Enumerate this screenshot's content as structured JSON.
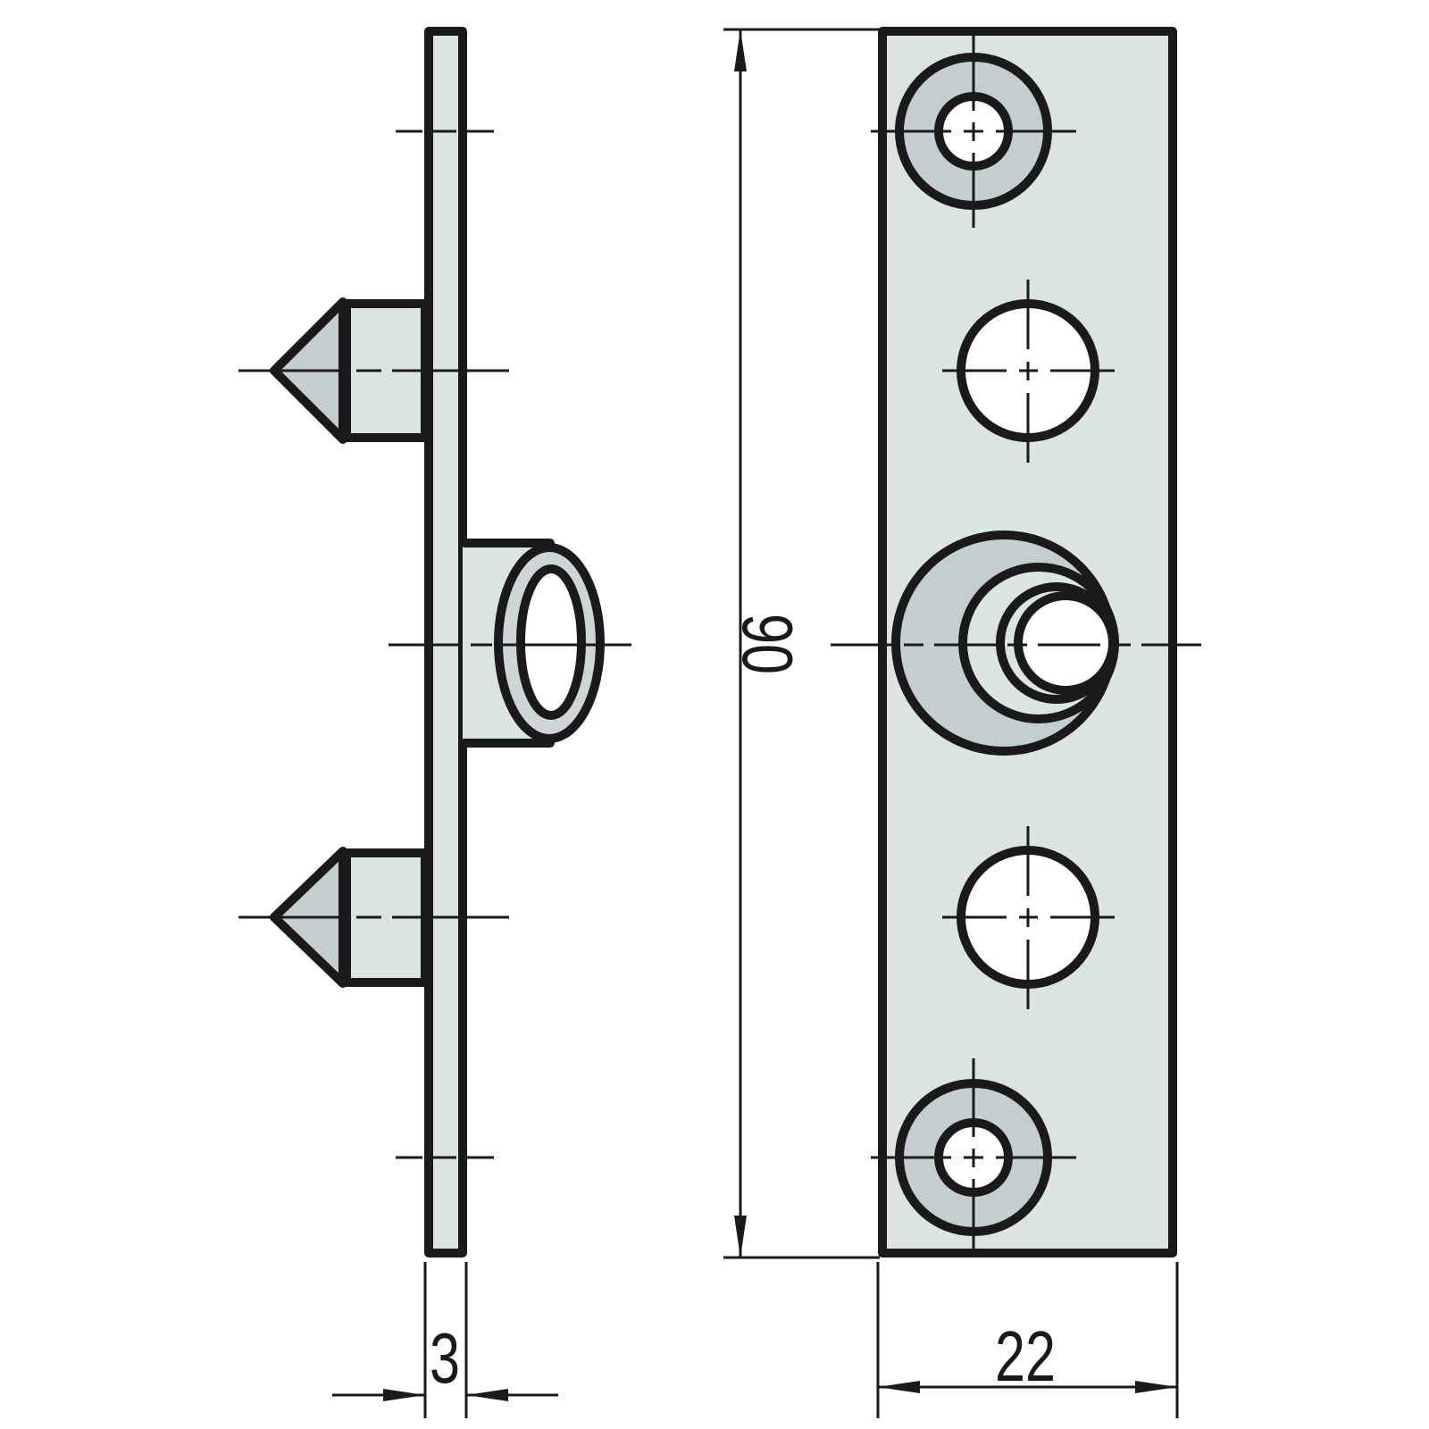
{
  "drawing": {
    "type": "technical-drawing",
    "description": "Two-view engineering drawing of a mounting plate with two pointed dowel pins and a center bushing boss",
    "colors": {
      "background": "#ffffff",
      "line": "#1a1a1a",
      "plate_fill": "#dce3e3",
      "recess_fill": "#c4ced0",
      "bushing_ring_fill": "#cdd5d6",
      "hole_fill": "#ffffff"
    },
    "views": {
      "side_view": "plate edge with two conical pins and protruding bushing collar",
      "front_view": "rectangular plate with two counterbored screw holes, two plain holes and central bushing boss"
    },
    "dimensions": {
      "height_label": "90",
      "width_label": "22",
      "thickness_label": "3"
    }
  }
}
